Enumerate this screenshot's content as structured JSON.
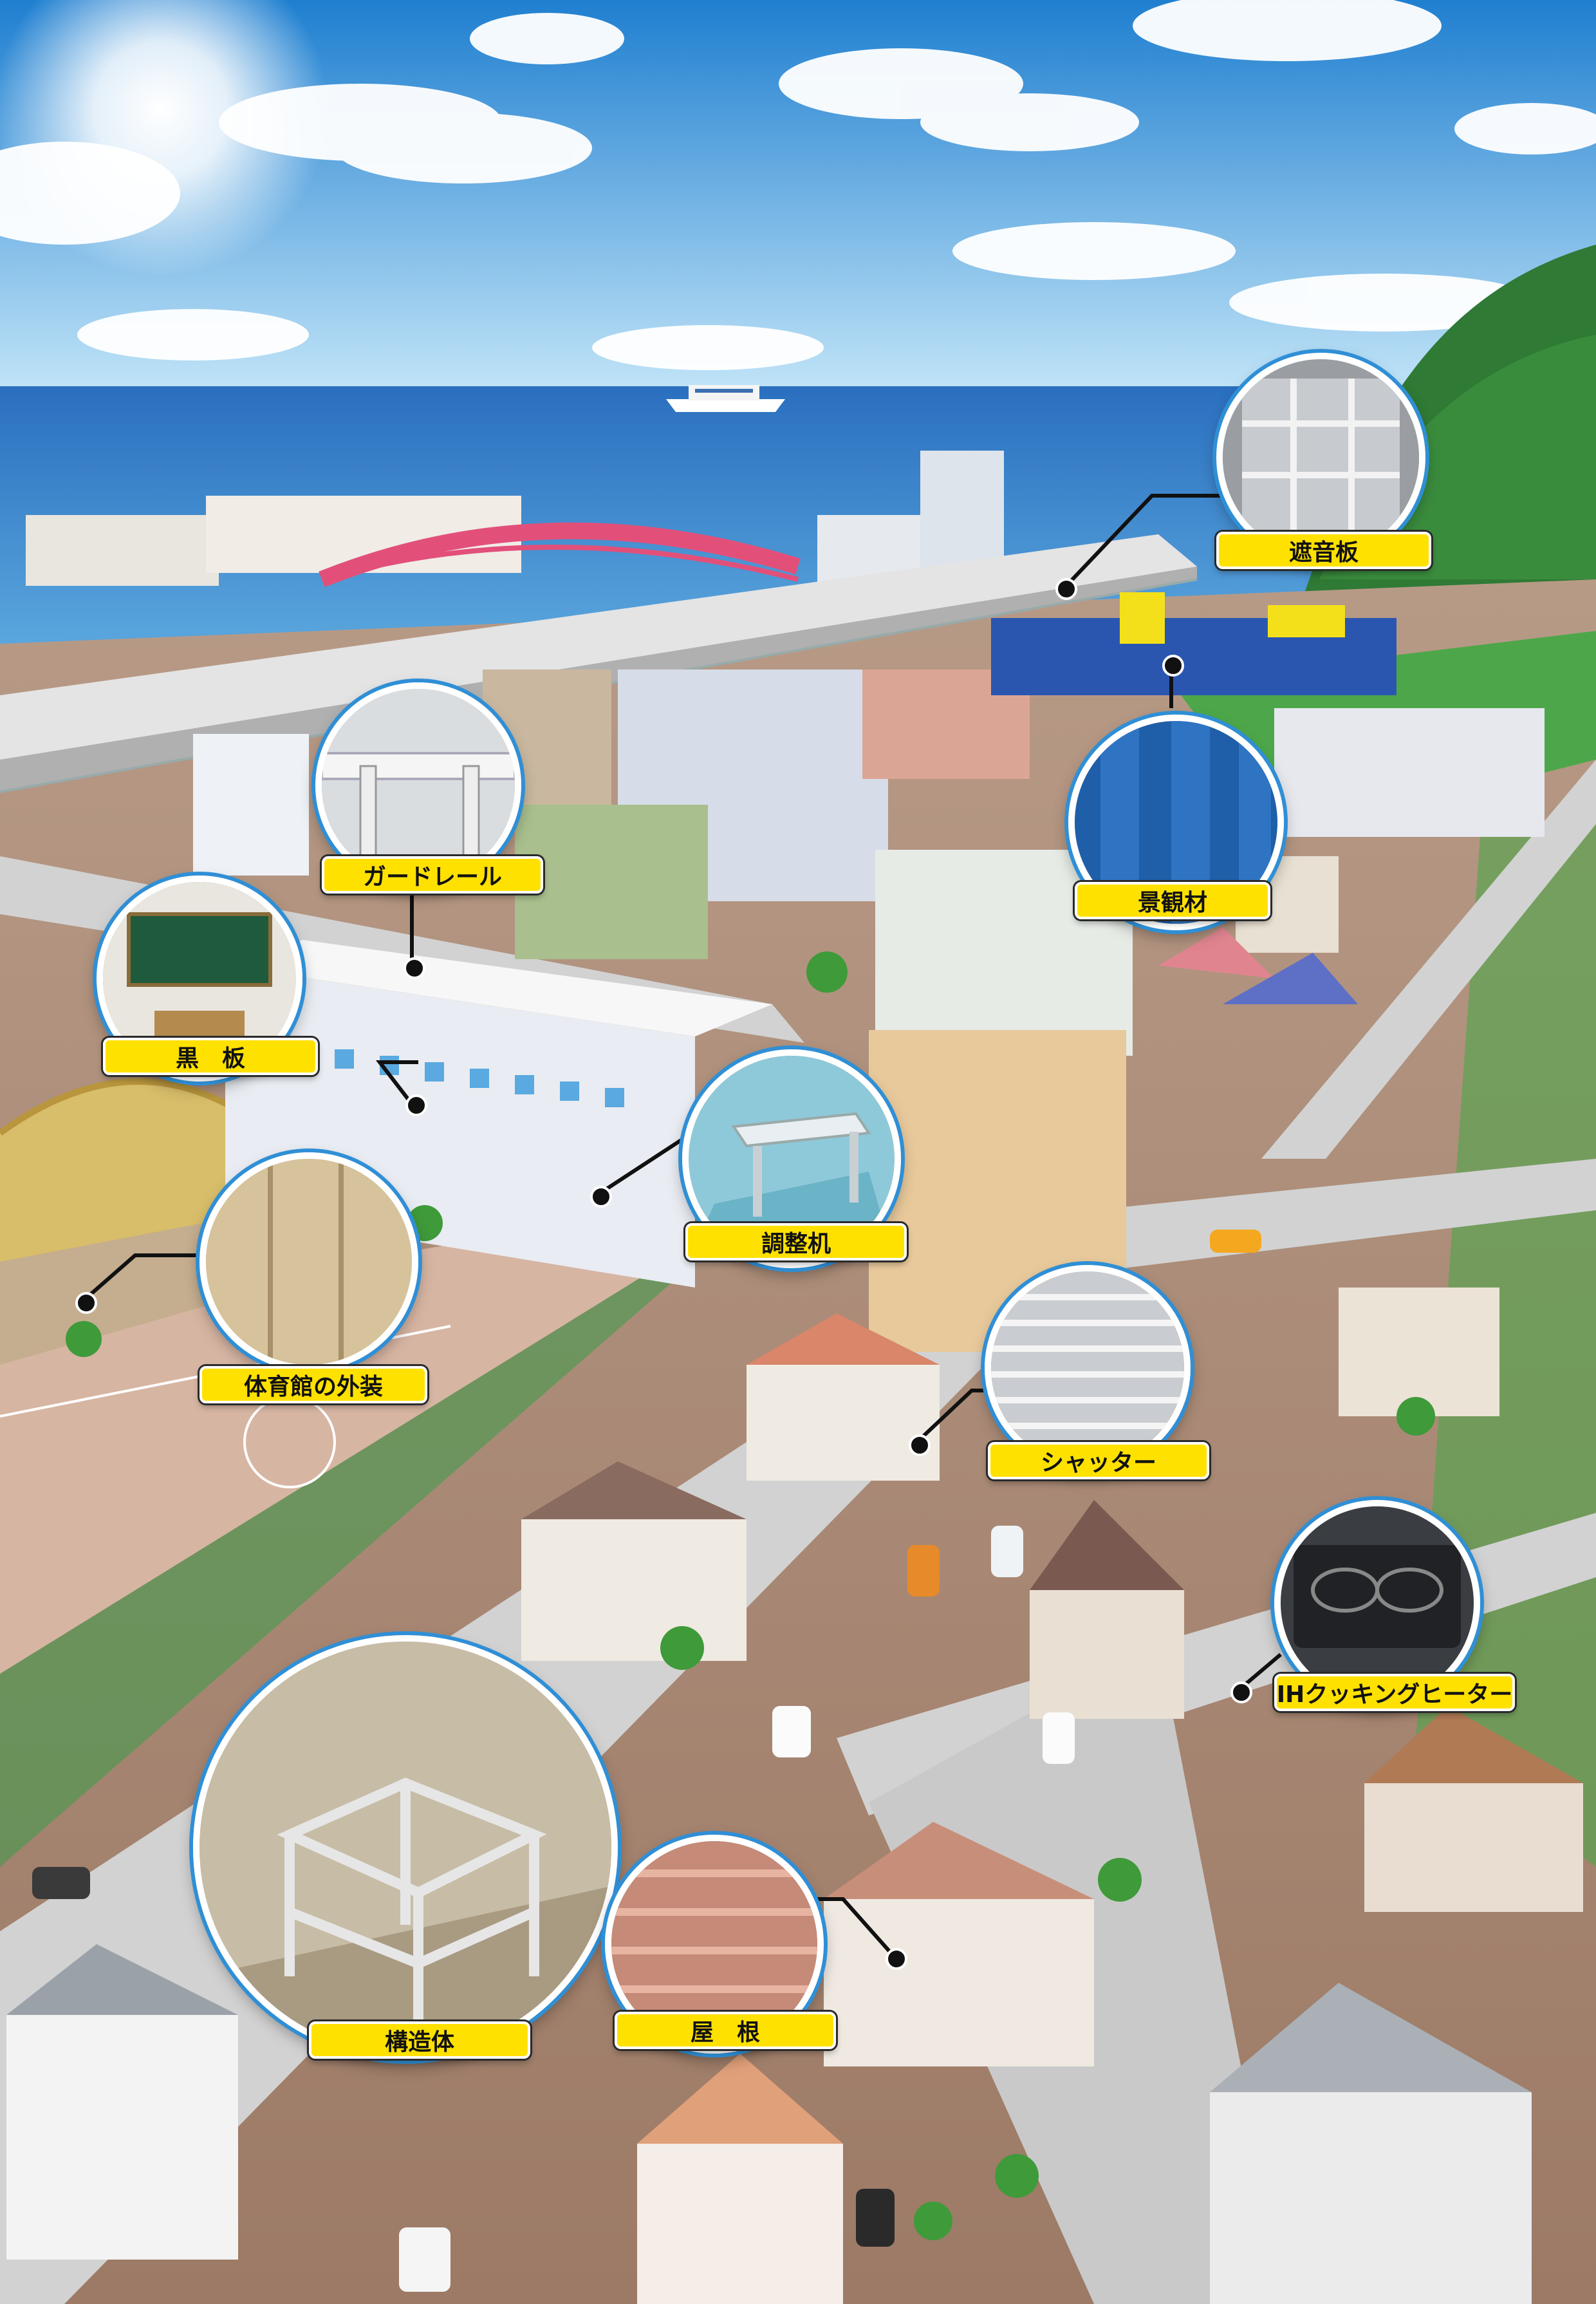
{
  "colors": {
    "sky": "#4aa4e2",
    "sea": "#2b78c4",
    "lens_border": "#2f8fd6",
    "tag_yellow": "#ffe100",
    "bridge_arch": "#e2507a",
    "fence_green": "#2a9a4a"
  },
  "callouts": {
    "soundproof_wall": "遮音板",
    "landscape_material": "景観材",
    "guardrail": "ガードレール",
    "blackboard": "黒　板",
    "adjustable_desk": "調整机",
    "gym_exterior": "体育館の外装",
    "shutter": "シャッター",
    "ih_cooking_heater": "IHクッキングヒーター",
    "structure": "構造体",
    "roof": "屋　根"
  }
}
